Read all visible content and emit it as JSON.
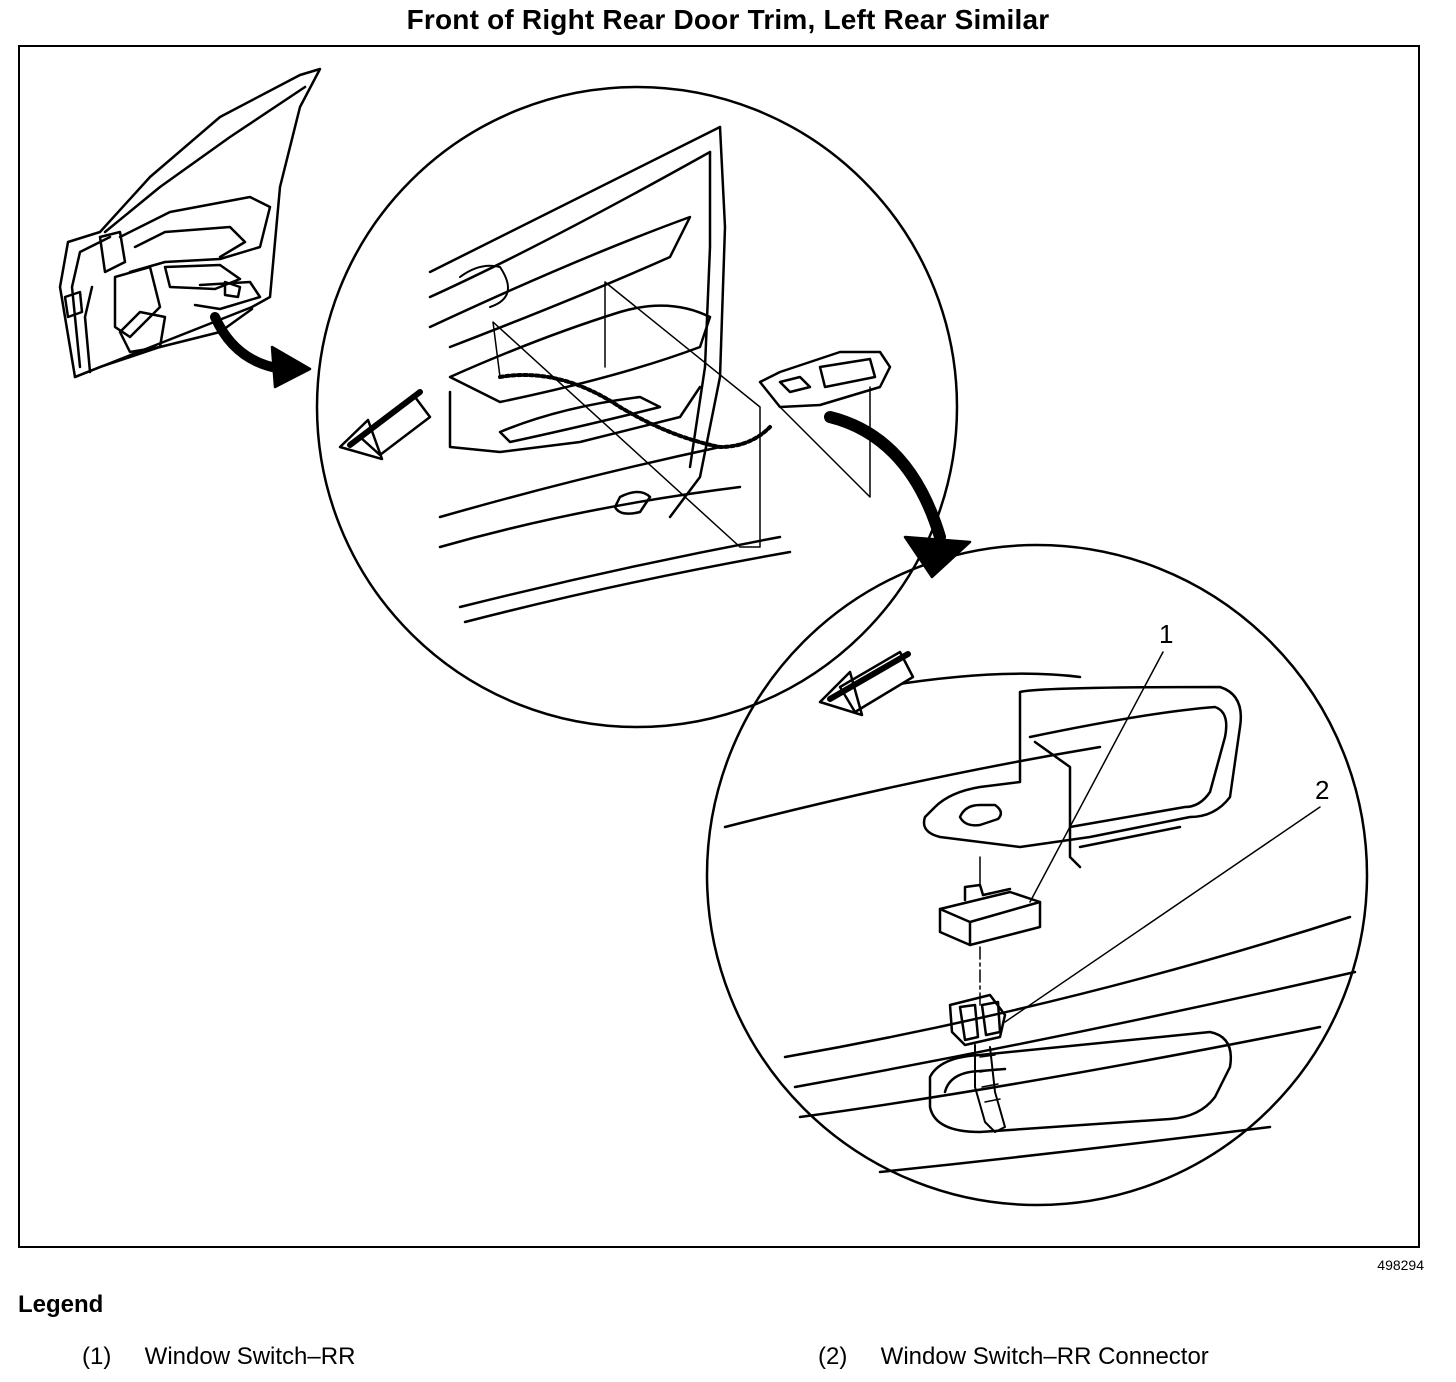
{
  "title": "Front of Right Rear Door Trim, Left Rear Similar",
  "figure_id": "498294",
  "legend": {
    "heading": "Legend",
    "items": [
      {
        "number": "(1)",
        "label": "Window Switch–RR"
      },
      {
        "number": "(2)",
        "label": "Window Switch–RR Connector"
      }
    ]
  },
  "callouts": {
    "c1": "1",
    "c2": "2"
  }
}
